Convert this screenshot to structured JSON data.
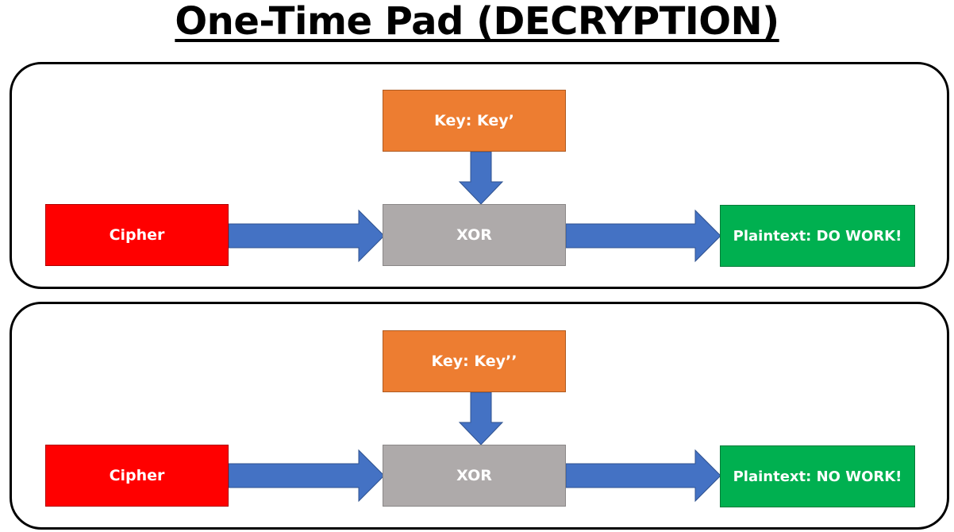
{
  "title": "One-Time Pad (DECRYPTION)",
  "colors": {
    "key": "#ed7d31",
    "cipher": "#ff0000",
    "xor": "#aeaaaa",
    "plaintext": "#00b050",
    "arrow": "#4472c4"
  },
  "scenarios": [
    {
      "key_label": "Key: Key’",
      "cipher_label": "Cipher",
      "xor_label": "XOR",
      "plaintext_label": "Plaintext: DO WORK!"
    },
    {
      "key_label": "Key: Key’’",
      "cipher_label": "Cipher",
      "xor_label": "XOR",
      "plaintext_label": "Plaintext: NO WORK!"
    }
  ]
}
